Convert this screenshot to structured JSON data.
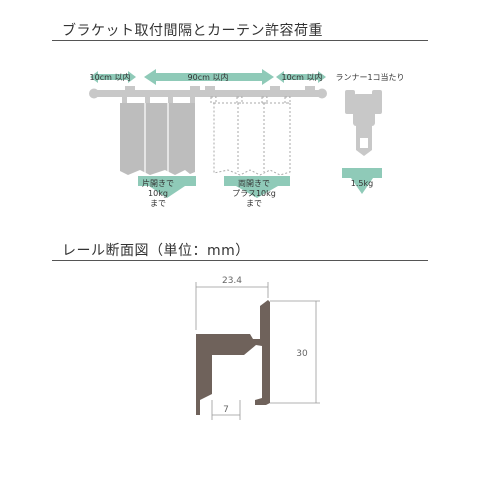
{
  "section1": {
    "title": "ブラケット取付間隔とカーテン許容荷重",
    "spacing_left": "10cm 以内",
    "spacing_center": "90cm 以内",
    "spacing_right": "10cm 以内",
    "runner_label": "ランナー1コ当たり",
    "load_single": [
      "片開きで",
      "10kg",
      "まで"
    ],
    "load_double": [
      "両開きで",
      "プラス10kg",
      "まで"
    ],
    "load_runner": "1.5kg"
  },
  "section2": {
    "title": "レール断面図（単位：mm）",
    "dim_width": "23.4",
    "dim_height": "30",
    "dim_bottom": "7"
  },
  "colors": {
    "arrow_green": "#8fcab8",
    "rail_gray": "#c8c8c8",
    "curtain_gray": "#bdbdbd",
    "profile_brown": "#6f625b"
  }
}
